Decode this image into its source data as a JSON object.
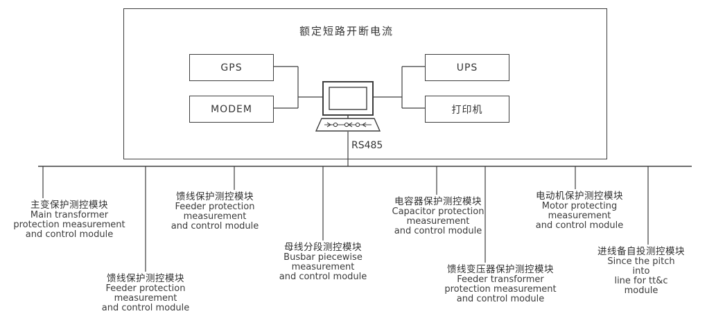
{
  "diagram": {
    "title": "额定短路开断电流",
    "devices": {
      "gps": "GPS",
      "modem": "MODEM",
      "ups": "UPS",
      "printer": "打印机"
    },
    "bus_label": "RS485",
    "modules": [
      {
        "zh": "主变保护测控模块",
        "en": "Main transformer\nprotection measurement\nand control module"
      },
      {
        "zh": "馈线保护测控模块",
        "en": "Feeder protection\nmeasurement\nand control module"
      },
      {
        "zh": "馈线保护测控模块",
        "en": "Feeder protection\nmeasurement\nand control module"
      },
      {
        "zh": "母线分段测控模块",
        "en": "Busbar piecewise\nmeasurement\nand control module"
      },
      {
        "zh": "电容器保护测控模块",
        "en": "Capacitor protection\nmeasurement\nand control module"
      },
      {
        "zh": "馈线变压器保护测控模块",
        "en": "Feeder transformer\nprotection measurement\nand control module"
      },
      {
        "zh": "电动机保护测控模块",
        "en": "Motor protecting\nmeasurement\nand control module"
      },
      {
        "zh": "进线备自投测控模块",
        "en": "Since the pitch into\nline for tt&c module"
      }
    ]
  }
}
